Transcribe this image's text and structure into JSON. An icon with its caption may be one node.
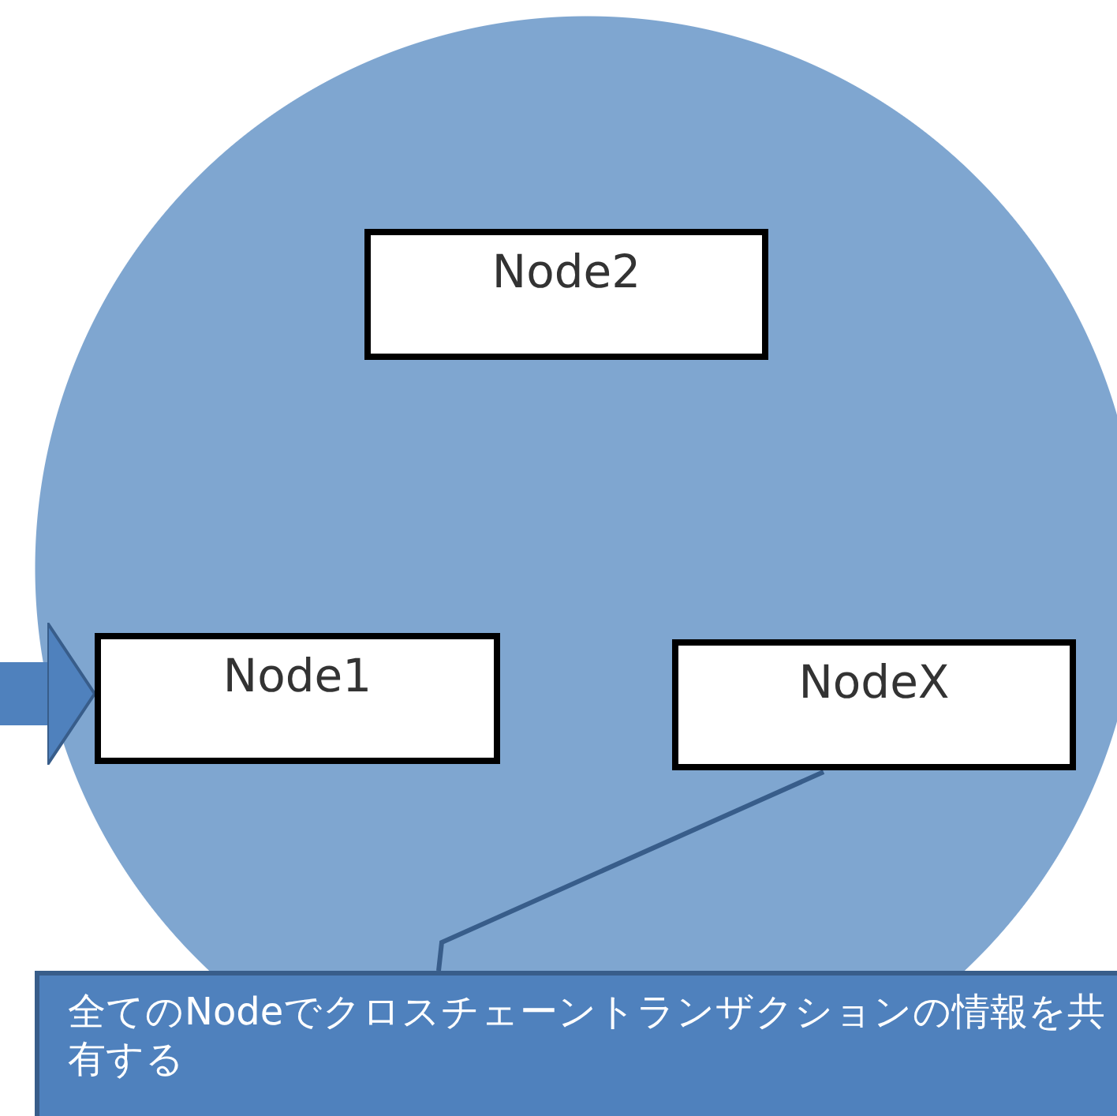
{
  "diagram": {
    "nodes": [
      {
        "text": [],
        "shape": "circle"
      },
      {
        "text": [
          "Node2"
        ],
        "in": 0
      },
      {
        "text": [
          "Node1"
        ],
        "in": 0
      },
      {
        "text": [
          "NodeX"
        ],
        "in": 0
      },
      {
        "text": [
          "全てのNodeでクロスチェーントランザクションの情報を共有する"
        ]
      }
    ],
    "edges": [
      {
        "from": null,
        "to": 2,
        "arrow": "to",
        "style": "thick",
        "color": "#4f81bd"
      },
      {
        "from": 4,
        "to": 3,
        "arrow": "none"
      }
    ]
  }
}
